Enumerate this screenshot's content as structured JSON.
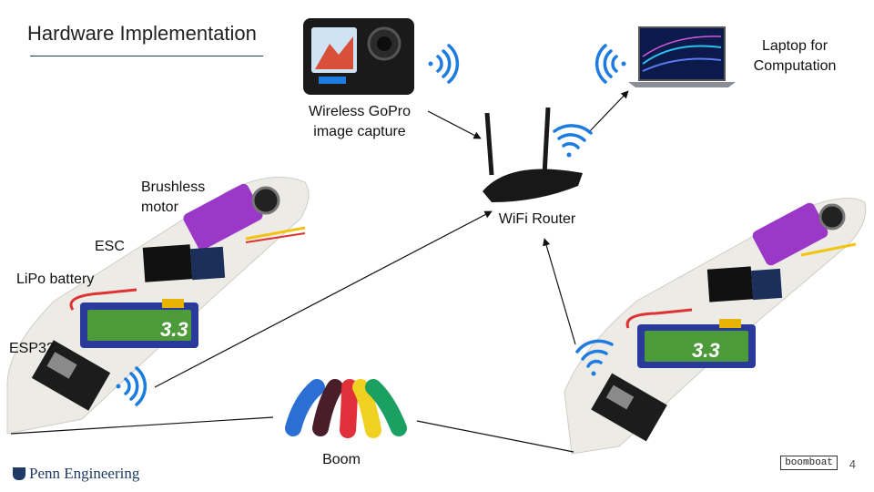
{
  "slide": {
    "title": "Hardware Implementation",
    "page_number": "4"
  },
  "labels": {
    "gopro": [
      "Wireless GoPro",
      "image capture"
    ],
    "laptop": [
      "Laptop for",
      "Computation"
    ],
    "router": "WiFi Router",
    "brushless_motor": [
      "Brushless",
      "motor"
    ],
    "esc": "ESC",
    "lipo": "LiPo battery",
    "esp32": "ESP32",
    "boom": "Boom"
  },
  "battery_text": "3.3",
  "logos": {
    "penn": "Penn Engineering",
    "boomboat": "boomboat"
  },
  "colors": {
    "accent": "#1f3a64",
    "wifi": "#1e7be0",
    "motor": "#9b38c8",
    "battery_green": "#4c9a3a",
    "battery_blue": "#2a3a9a",
    "boom": [
      "#2b6fd4",
      "#4a1d2a",
      "#e0303a",
      "#f0d020",
      "#1aa060"
    ]
  }
}
